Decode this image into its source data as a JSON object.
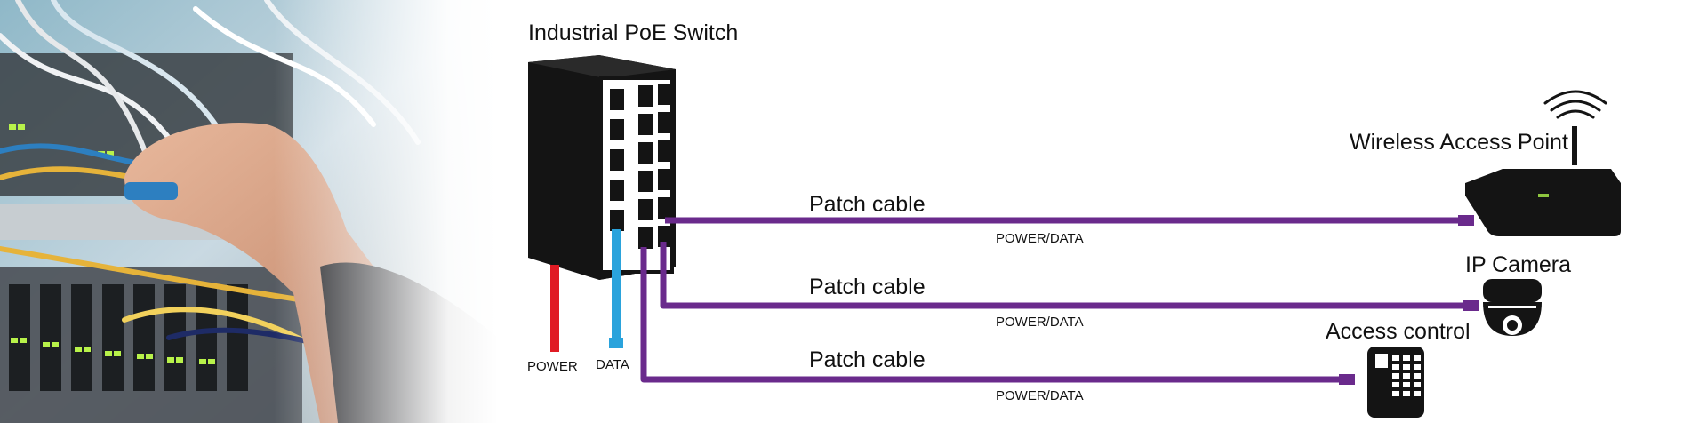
{
  "colors": {
    "cable": "#6a2a8c",
    "power": "#e01b24",
    "data": "#2aa3dc",
    "device": "#141414",
    "text": "#111111"
  },
  "labels": {
    "switch": "Industrial PoE Switch",
    "power": "POWER",
    "data": "DATA"
  },
  "links": [
    {
      "cable_label": "Patch cable",
      "sub_label": "POWER/DATA",
      "device": "Wireless Access Point",
      "device_icon": "wireless-access-point-icon"
    },
    {
      "cable_label": "Patch cable",
      "sub_label": "POWER/DATA",
      "device": "IP Camera",
      "device_icon": "dome-camera-icon"
    },
    {
      "cable_label": "Patch cable",
      "sub_label": "POWER/DATA",
      "device": "Access control",
      "device_icon": "keypad-icon"
    }
  ],
  "photo": {
    "subject": "technician-hand-patching-network-rack"
  }
}
